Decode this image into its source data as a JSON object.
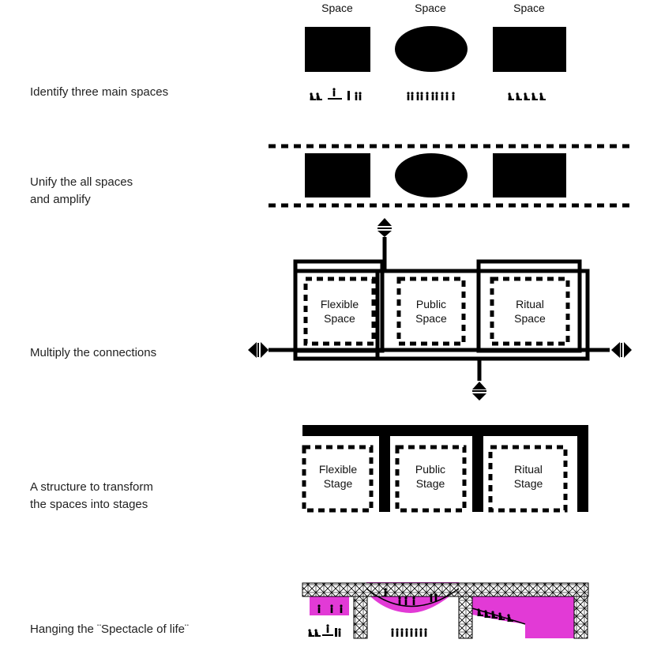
{
  "top_labels": [
    "Space",
    "Space",
    "Space"
  ],
  "steps": [
    {
      "lines": [
        "Identify three main spaces"
      ]
    },
    {
      "lines": [
        "Unify the all spaces",
        "and amplify"
      ]
    },
    {
      "lines": [
        "Multiply the connections"
      ]
    },
    {
      "lines": [
        "A structure to transform",
        "the spaces into   stages"
      ]
    },
    {
      "lines": [
        "Hanging the ¨Spectacle of life¨"
      ]
    }
  ],
  "connection_boxes": [
    {
      "line1": "Flexible",
      "line2": "Space"
    },
    {
      "line1": "Public",
      "line2": "Space"
    },
    {
      "line1": "Ritual",
      "line2": "Space"
    }
  ],
  "stage_boxes": [
    {
      "line1": "Flexible",
      "line2": "Stage"
    },
    {
      "line1": "Public",
      "line2": "Stage"
    },
    {
      "line1": "Ritual",
      "line2": "Stage"
    }
  ],
  "colors": {
    "ink": "#000000",
    "accent": "#e23ad6"
  }
}
